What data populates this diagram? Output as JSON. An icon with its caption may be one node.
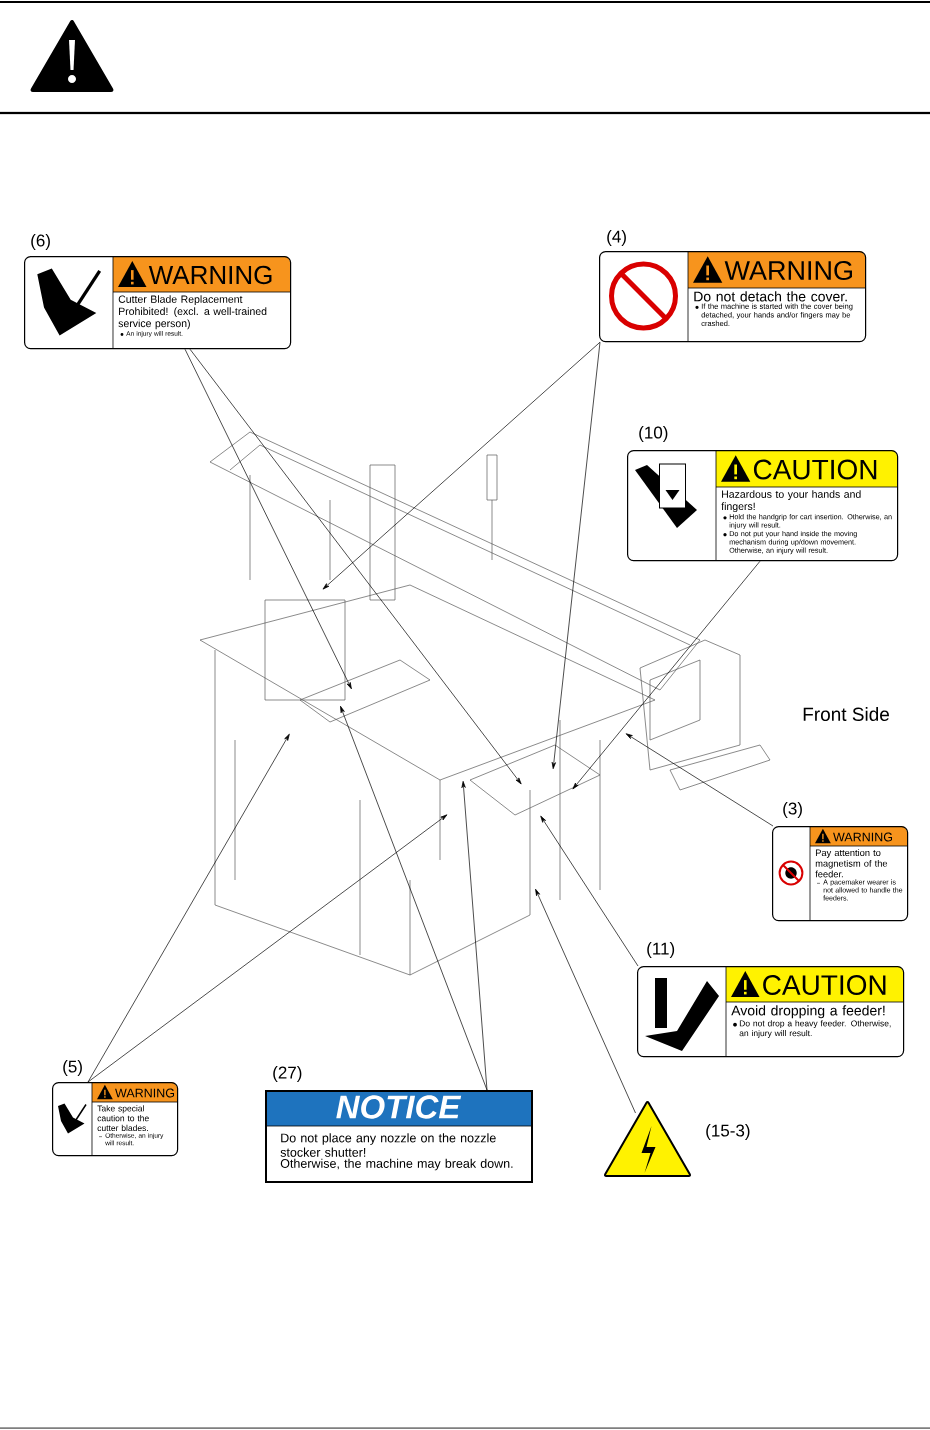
{
  "diagram": {
    "nodes": [
      {
        "text": [
          "WARNING",
          "Cutter Blade Replacement Prohibited! (excl. a well-trained service person)",
          "An injury will result."
        ],
        "beside": [
          "(6)"
        ]
      },
      {
        "text": [
          "WARNING",
          "Do not detach the cover.",
          "If the machine is started with the cover being detached, your hands and/or fingers may be crashed."
        ],
        "beside": [
          "(4)"
        ]
      },
      {
        "text": [
          "CAUTION",
          "Hazardous to your hands and fingers!",
          "Hold the handgrip for cart insertion. Otherwise, an injury will result.",
          "Do not put your hand inside the moving mechanism during up/down movement. Otherwise, an injury will result."
        ],
        "beside": [
          "(10)"
        ]
      },
      {
        "text": [
          "WARNING",
          "Pay attention to magnetism of the feeder.",
          "A pacemaker wearer is not allowed to handle the feeders."
        ],
        "beside": [
          "(3)"
        ]
      },
      {
        "text": [
          "CAUTION",
          "Avoid dropping a feeder!",
          "Do not drop a heavy feeder. Otherwise, an injury will result."
        ],
        "beside": [
          "(11)"
        ]
      },
      {
        "text": [
          "WARNING",
          "Take special caution to the cutter blades.",
          "Otherwise, an injury will result."
        ],
        "beside": [
          "(5)"
        ]
      },
      {
        "text": [
          "NOTICE",
          "Do not place any nozzle on the nozzle stocker shutter!",
          "Otherwise, the machine may break down."
        ],
        "beside": [
          "(27)"
        ]
      },
      {
        "text": [],
        "shape": "triangle",
        "beside": [
          "(15-3)"
        ]
      }
    ],
    "edges": [
      {
        "from": 0,
        "to": null,
        "arrow": "to"
      },
      {
        "from": 0,
        "to": null,
        "arrow": "to"
      },
      {
        "from": 1,
        "to": null,
        "arrow": "to"
      },
      {
        "from": 1,
        "to": null,
        "arrow": "to"
      },
      {
        "from": 2,
        "to": null,
        "arrow": "to"
      },
      {
        "from": 3,
        "to": null,
        "arrow": "to"
      },
      {
        "from": 4,
        "to": null,
        "arrow": "to"
      },
      {
        "from": 5,
        "to": null,
        "arrow": "to"
      },
      {
        "from": 5,
        "to": null,
        "arrow": "to"
      },
      {
        "from": 6,
        "to": null,
        "arrow": "to"
      },
      {
        "from": 6,
        "to": null,
        "arrow": "to"
      },
      {
        "from": 7,
        "to": null,
        "arrow": "to"
      }
    ],
    "labels": [
      "Front Side"
    ]
  }
}
